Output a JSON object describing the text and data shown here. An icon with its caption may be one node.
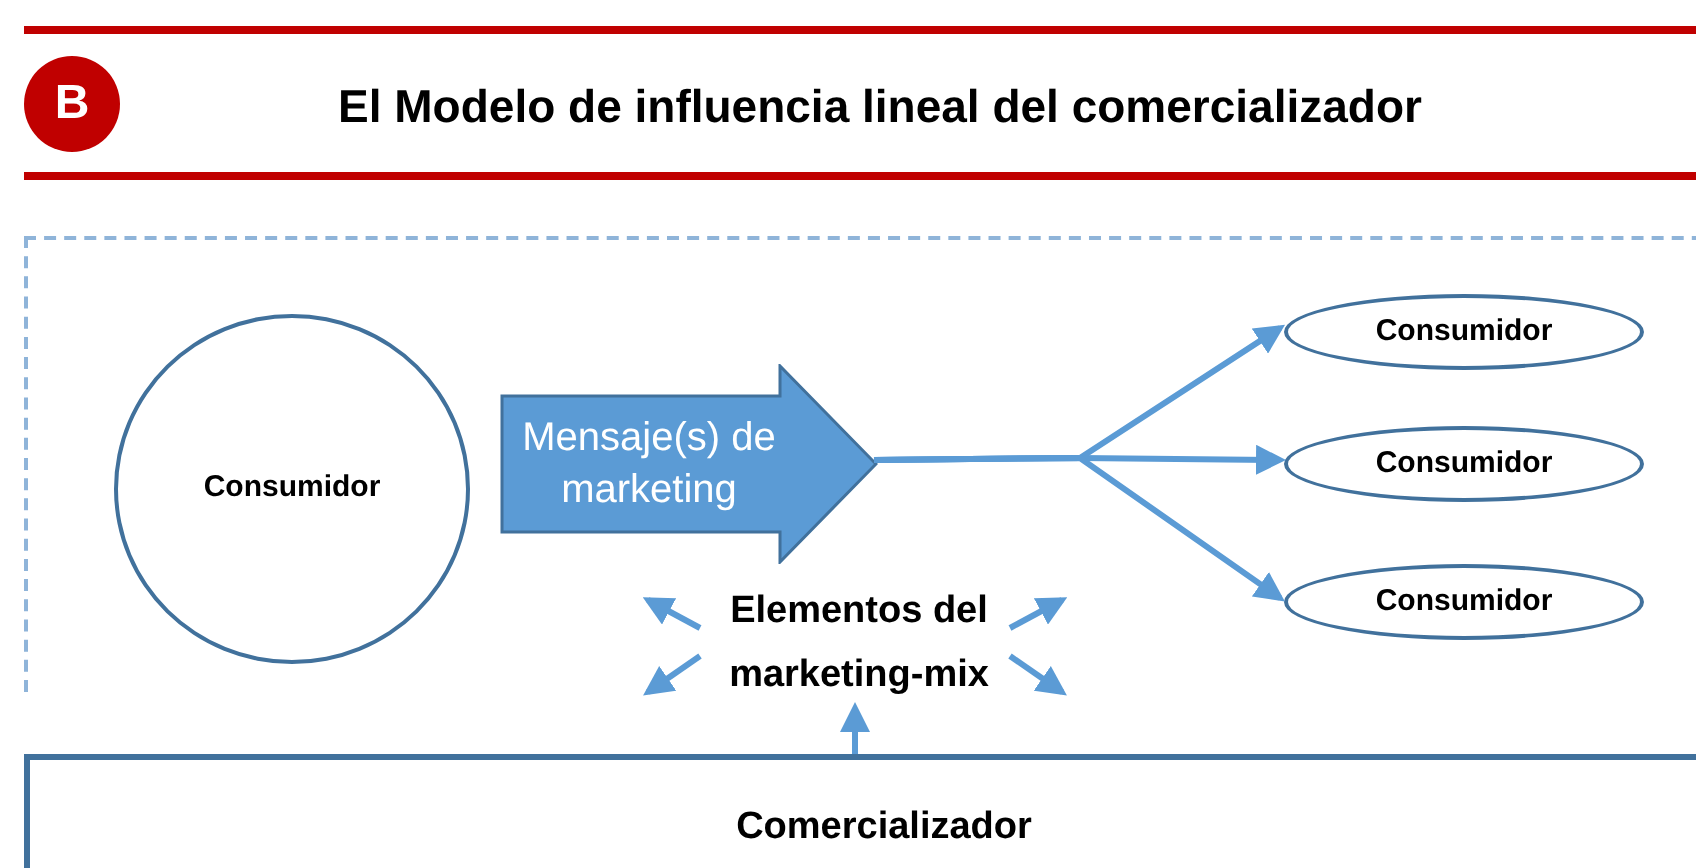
{
  "diagram": {
    "title": "El Modelo de influencia lineal del comercializador",
    "nodes": [
      {
        "text": [
          "B"
        ]
      },
      {
        "text": [],
        "shape": "box"
      },
      {
        "text": [
          "Consumidor"
        ],
        "in": 1
      },
      {
        "text": [
          "Mensaje(s) de marketing"
        ],
        "in": 1
      },
      {
        "text": [
          "Consumidor"
        ],
        "in": 1
      },
      {
        "text": [
          "Consumidor"
        ],
        "in": 1
      },
      {
        "text": [
          "Consumidor"
        ],
        "in": 1
      },
      {
        "text": [
          "Elementos del marketing-mix"
        ],
        "in": 1
      },
      {
        "text": [
          "Comercializador"
        ]
      }
    ],
    "edges": [
      {
        "from": 3,
        "to": 4,
        "arrow": "to"
      },
      {
        "from": 3,
        "to": 5,
        "arrow": "to"
      },
      {
        "from": 3,
        "to": 6,
        "arrow": "to"
      },
      {
        "from": 7,
        "to": null,
        "arrow": "to"
      },
      {
        "from": 7,
        "to": null,
        "arrow": "to"
      },
      {
        "from": 7,
        "to": null,
        "arrow": "to"
      },
      {
        "from": 7,
        "to": null,
        "arrow": "to"
      },
      {
        "from": 8,
        "to": 7,
        "arrow": "to"
      }
    ]
  }
}
